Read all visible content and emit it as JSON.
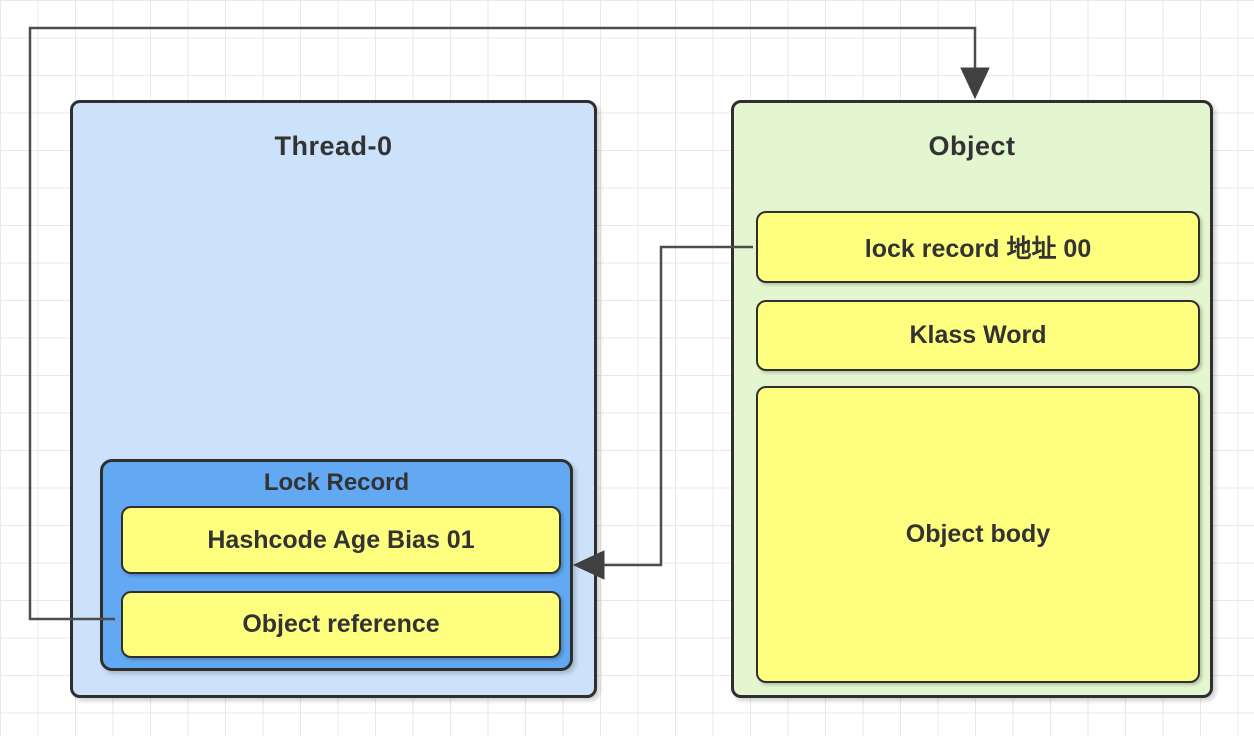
{
  "diagram": {
    "thread": {
      "title": "Thread-0",
      "lock_record": {
        "title": "Lock Record",
        "slots": [
          {
            "label": "Hashcode Age Bias 01"
          },
          {
            "label": "Object reference"
          }
        ]
      }
    },
    "object": {
      "title": "Object",
      "slots": [
        {
          "label": "lock record 地址 00"
        },
        {
          "label": "Klass Word"
        },
        {
          "label": "Object body"
        }
      ]
    },
    "connectors": [
      {
        "name": "object-reference-to-object",
        "from": "Object reference",
        "to": "Object",
        "arrow": "down"
      },
      {
        "name": "lock-record-address-to-lock-record",
        "from": "lock record 地址 00",
        "to": "Lock Record",
        "arrow": "left"
      }
    ]
  },
  "colors": {
    "thread_fill": "#cce2fa",
    "object_fill": "#e3f6d0",
    "lock_record_fill": "#62a8f2",
    "slot_fill": "#feff7e",
    "stroke": "#2f2f2f",
    "connector": "#4d4d4d",
    "connector_head": "#404040",
    "text": "#333333"
  }
}
